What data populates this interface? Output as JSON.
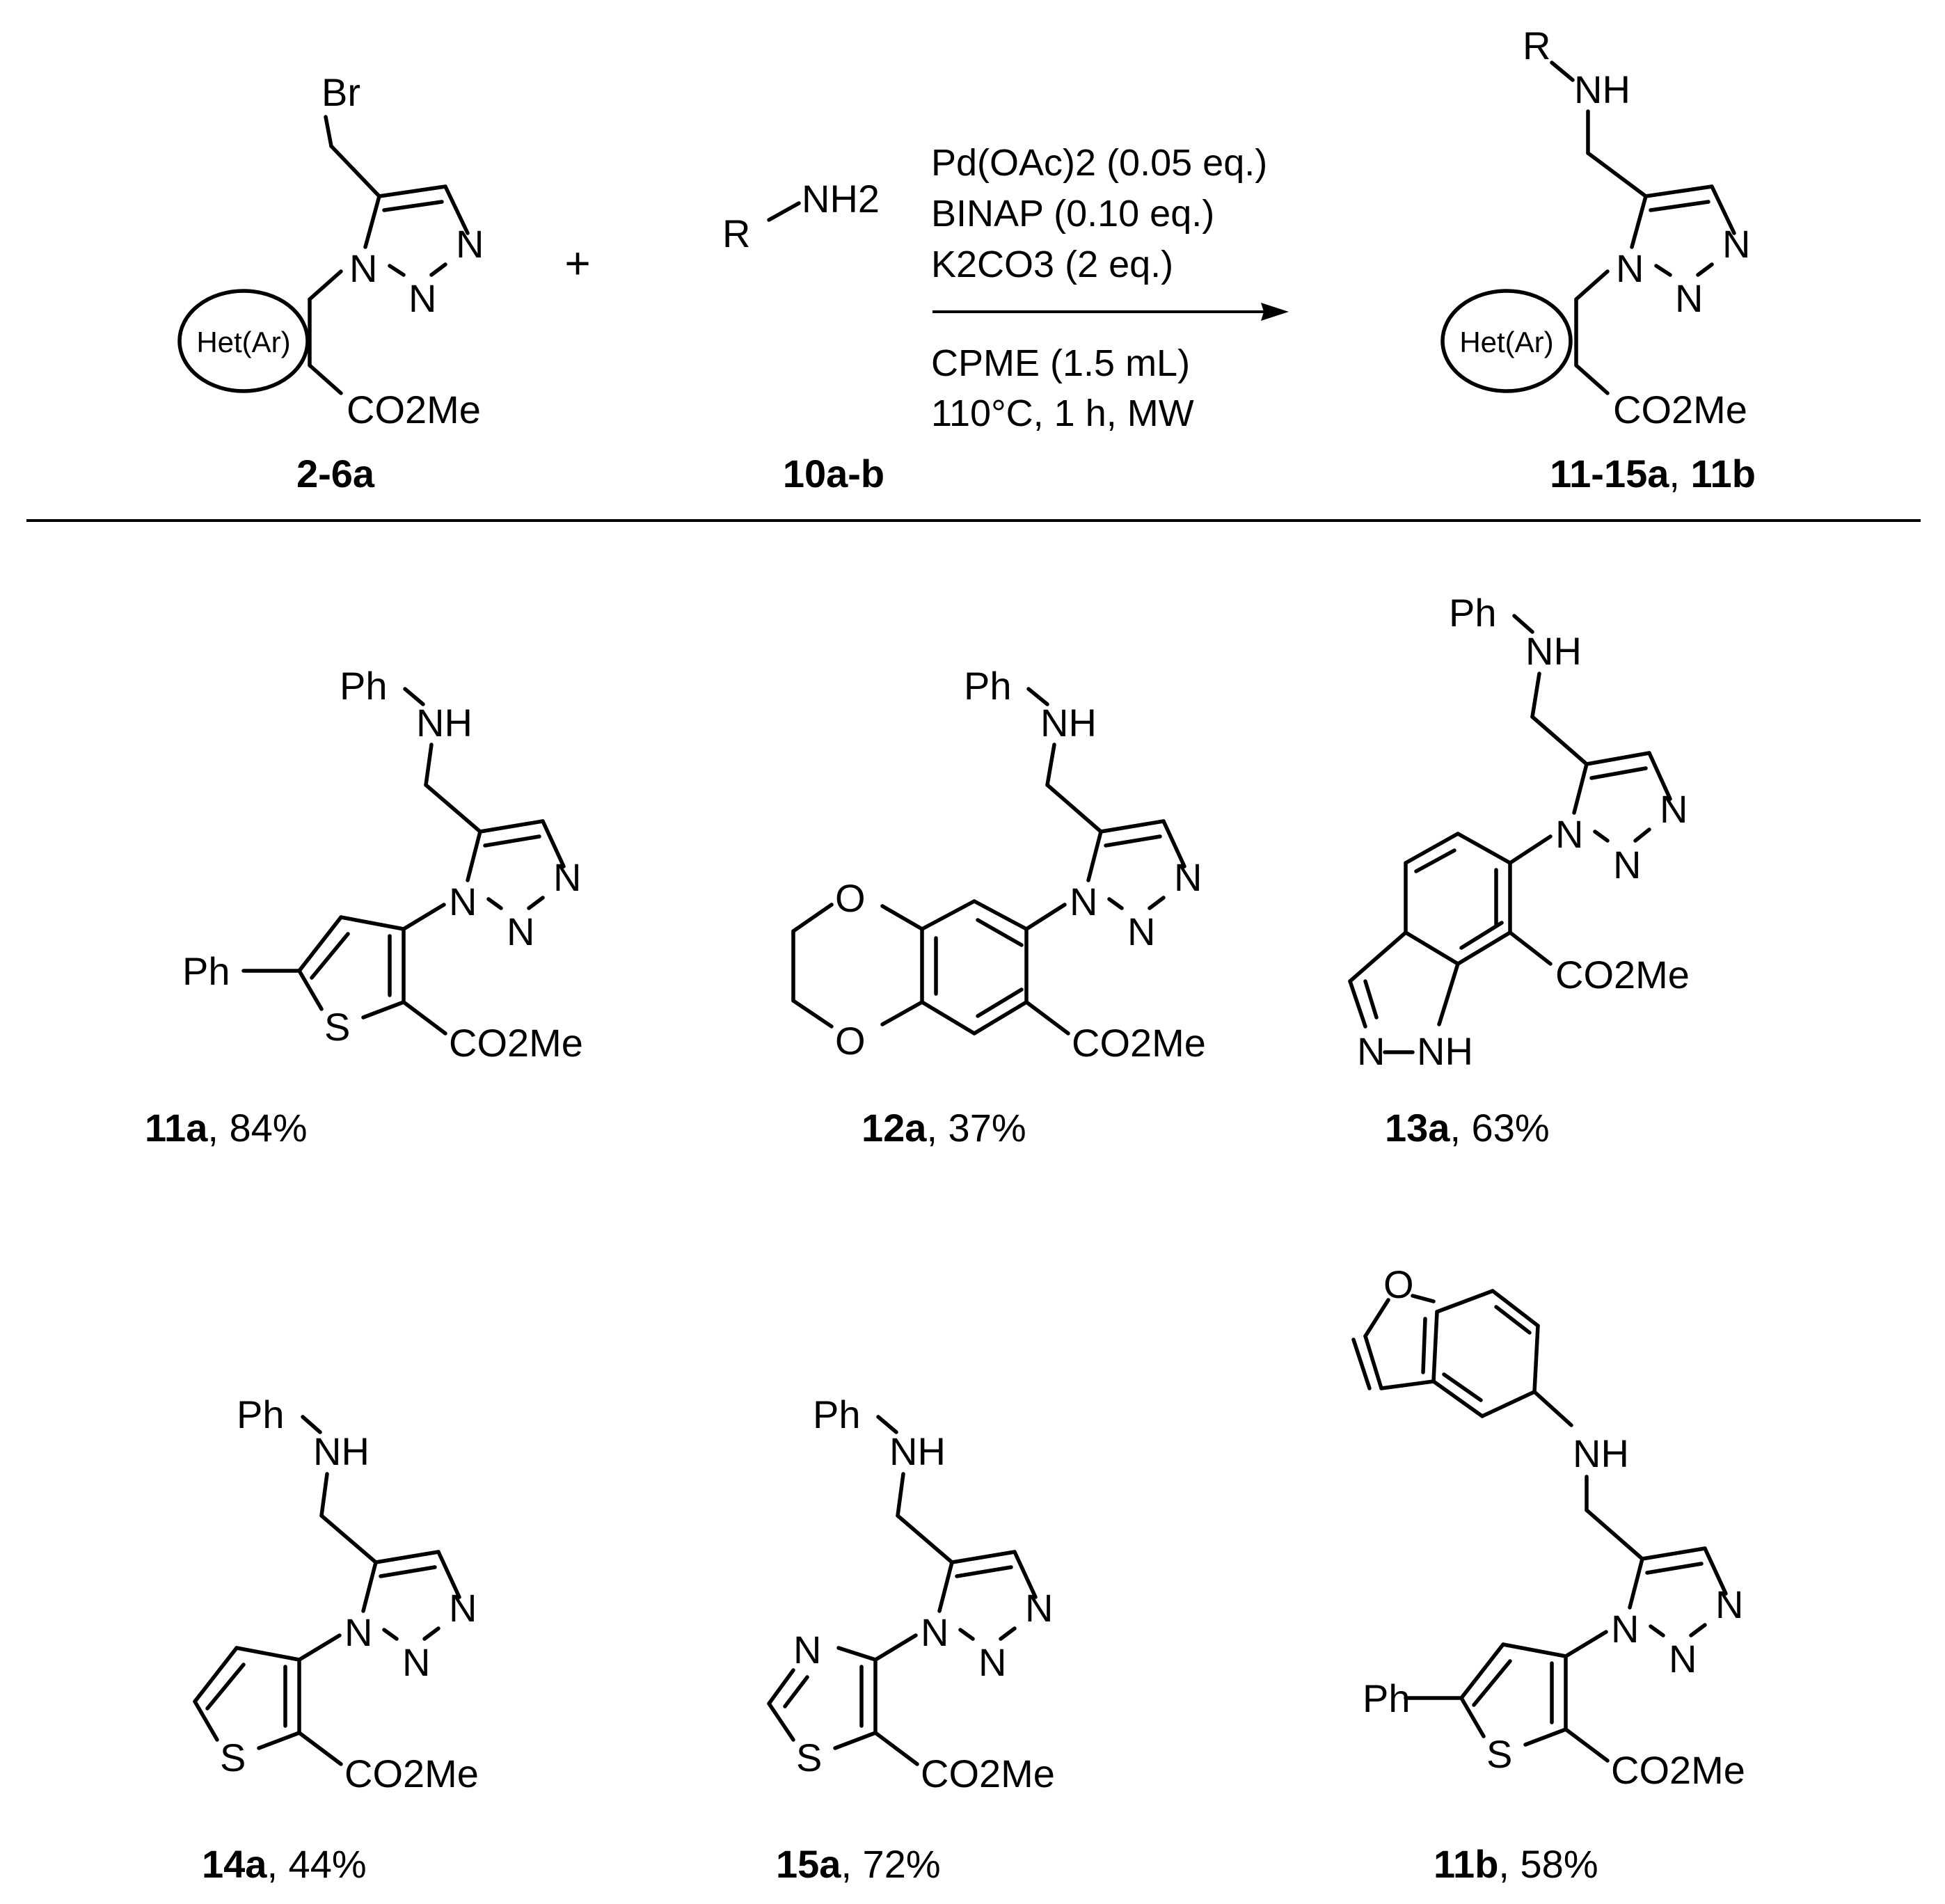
{
  "scheme": {
    "reactant1": {
      "id": "2-6a",
      "atoms": {
        "br": "Br",
        "het": "Het(Ar)",
        "ester": "CO2Me"
      }
    },
    "plus": "+",
    "reactant2": {
      "id": "10a-b",
      "r": "R",
      "amine": "NH2"
    },
    "conditions": [
      "Pd(OAc)2 (0.05 eq.)",
      "BINAP (0.10 eq.)",
      "K2CO3 (2 eq.)",
      "CPME (1.5 mL)",
      "110°C, 1 h, MW"
    ],
    "product": {
      "ids": "11-15a",
      "sep": ", ",
      "extra_id": "11b",
      "r": "R",
      "nh": "NH"
    }
  },
  "atoms": {
    "ph": "Ph",
    "nh": "NH",
    "n": "N",
    "s": "S",
    "o": "O",
    "ester": "CO2Me",
    "indazole_n": "N",
    "indazole_nh": "NH"
  },
  "compounds": [
    {
      "id": "11a",
      "yield": ", 84%"
    },
    {
      "id": "12a",
      "yield": ", 37%"
    },
    {
      "id": "13a",
      "yield": ", 63%"
    },
    {
      "id": "14a",
      "yield": ", 44%"
    },
    {
      "id": "15a",
      "yield": ", 72%"
    },
    {
      "id": "11b",
      "yield": ", 58%"
    }
  ]
}
